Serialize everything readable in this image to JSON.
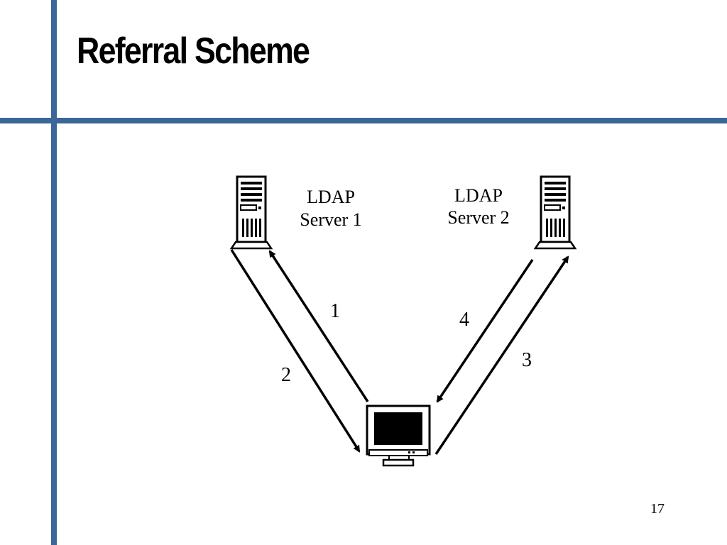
{
  "slide": {
    "title": "Referral Scheme",
    "page_number": "17",
    "accent_color": "#3a6699"
  },
  "diagram": {
    "nodes": {
      "server1": {
        "line1": "LDAP",
        "line2": "Server 1",
        "icon": "server-tower-icon"
      },
      "server2": {
        "line1": "LDAP",
        "line2": "Server 2",
        "icon": "server-tower-icon"
      },
      "client": {
        "icon": "computer-monitor-icon"
      }
    },
    "arrows": [
      {
        "label": "1",
        "from": "client",
        "to": "server1"
      },
      {
        "label": "2",
        "from": "server1",
        "to": "client"
      },
      {
        "label": "3",
        "from": "client",
        "to": "server2"
      },
      {
        "label": "4",
        "from": "server2",
        "to": "client"
      }
    ]
  }
}
